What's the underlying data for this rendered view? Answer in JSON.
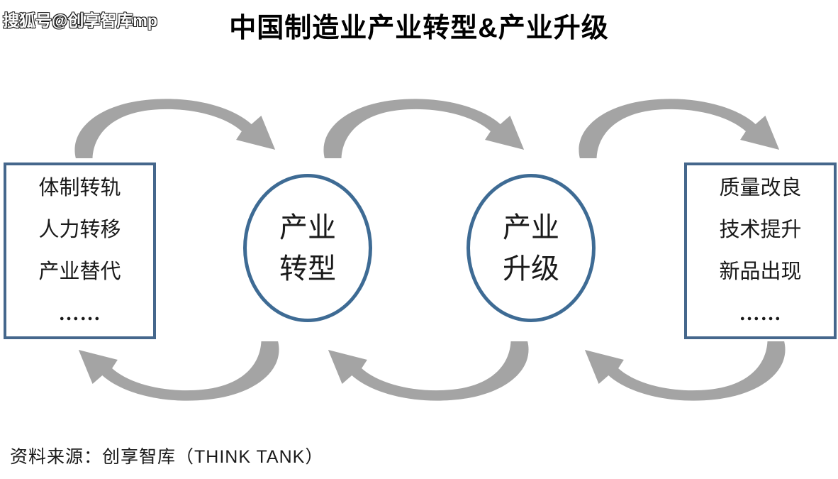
{
  "watermark": "搜狐号@创享智库mp",
  "title": "中国制造业产业转型&产业升级",
  "diagram": {
    "left_box": {
      "lines": [
        "体制转轨",
        "人力转移",
        "产业替代",
        "……"
      ]
    },
    "circles": [
      {
        "lines": [
          "产业",
          "转型"
        ]
      },
      {
        "lines": [
          "产业",
          "升级"
        ]
      }
    ],
    "right_box": {
      "lines": [
        "质量改良",
        "技术提升",
        "新品出现",
        "……"
      ]
    },
    "arrows": [
      {
        "position": "top-left",
        "direction": "right"
      },
      {
        "position": "top-middle",
        "direction": "right"
      },
      {
        "position": "top-right",
        "direction": "right"
      },
      {
        "position": "bottom-left",
        "direction": "left"
      },
      {
        "position": "bottom-middle",
        "direction": "left"
      },
      {
        "position": "bottom-right",
        "direction": "left"
      }
    ]
  },
  "source": "资料来源：创享智库（THINK TANK）",
  "colors": {
    "box_border": "#45678C",
    "circle_border": "#3E6B94",
    "arrow": "#A4A4A4",
    "title_text": "#000000",
    "body_text": "#1A1A1A"
  }
}
